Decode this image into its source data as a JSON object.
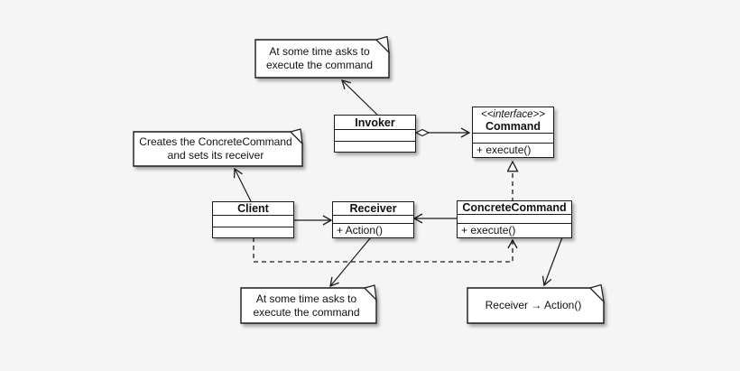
{
  "diagram": {
    "colors": {
      "background": "#f5f5f5",
      "line": "#1a1a1a",
      "box_fill": "#ffffff"
    },
    "classes": {
      "invoker": {
        "name": "Invoker"
      },
      "command": {
        "stereotype": "<<interface>>",
        "name": "Command",
        "operations": [
          "+ execute()"
        ]
      },
      "client": {
        "name": "Client"
      },
      "receiver": {
        "name": "Receiver",
        "operations": [
          "+ Action()"
        ]
      },
      "concrete_command": {
        "name": "ConcreteCommand",
        "operations": [
          "+ execute()"
        ]
      }
    },
    "notes": {
      "invoker_note": {
        "line1": "At some time asks to",
        "line2": "execute the command"
      },
      "client_note": {
        "line1": "Creates the ConcreteCommand",
        "line2": "and sets its receiver"
      },
      "receiver_note": {
        "line1": "At some time asks to",
        "line2": "execute the command"
      },
      "concrete_command_note": {
        "line1": "Receiver → Action()"
      }
    },
    "relationships": [
      {
        "type": "aggregation",
        "from": "Invoker",
        "to": "Command"
      },
      {
        "type": "realization",
        "from": "ConcreteCommand",
        "to": "Command"
      },
      {
        "type": "association",
        "from": "Client",
        "to": "Receiver"
      },
      {
        "type": "association",
        "from": "ConcreteCommand",
        "to": "Receiver"
      },
      {
        "type": "dependency",
        "from": "Client",
        "to": "ConcreteCommand"
      }
    ]
  }
}
